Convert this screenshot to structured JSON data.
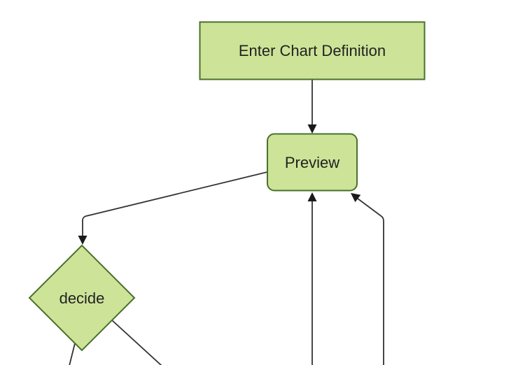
{
  "diagram": {
    "type": "flowchart",
    "direction": "top-down",
    "background": "#ffffff",
    "colors": {
      "node_fill": "#cde498",
      "node_border": "#49702c",
      "edge": "#333333",
      "arrowhead": "#1a1a1a",
      "text": "#222222"
    },
    "nodes": [
      {
        "id": "enter-chart-definition",
        "label": "Enter Chart Definition",
        "shape": "rectangle"
      },
      {
        "id": "preview",
        "label": "Preview",
        "shape": "rounded-rectangle"
      },
      {
        "id": "decide",
        "label": "decide",
        "shape": "diamond"
      }
    ],
    "edges": [
      {
        "from": "Enter Chart Definition",
        "to": "Preview",
        "arrow": true
      },
      {
        "from": "Preview",
        "to": "decide",
        "arrow": true
      },
      {
        "from": "offscreen-bottom-center",
        "to": "Preview",
        "arrow": true
      },
      {
        "from": "offscreen-bottom-right",
        "to": "Preview",
        "arrow": true
      },
      {
        "from": "decide",
        "to": "offscreen-bottom-left",
        "arrow": false
      },
      {
        "from": "decide",
        "to": "offscreen-bottom-right",
        "arrow": false
      }
    ]
  }
}
